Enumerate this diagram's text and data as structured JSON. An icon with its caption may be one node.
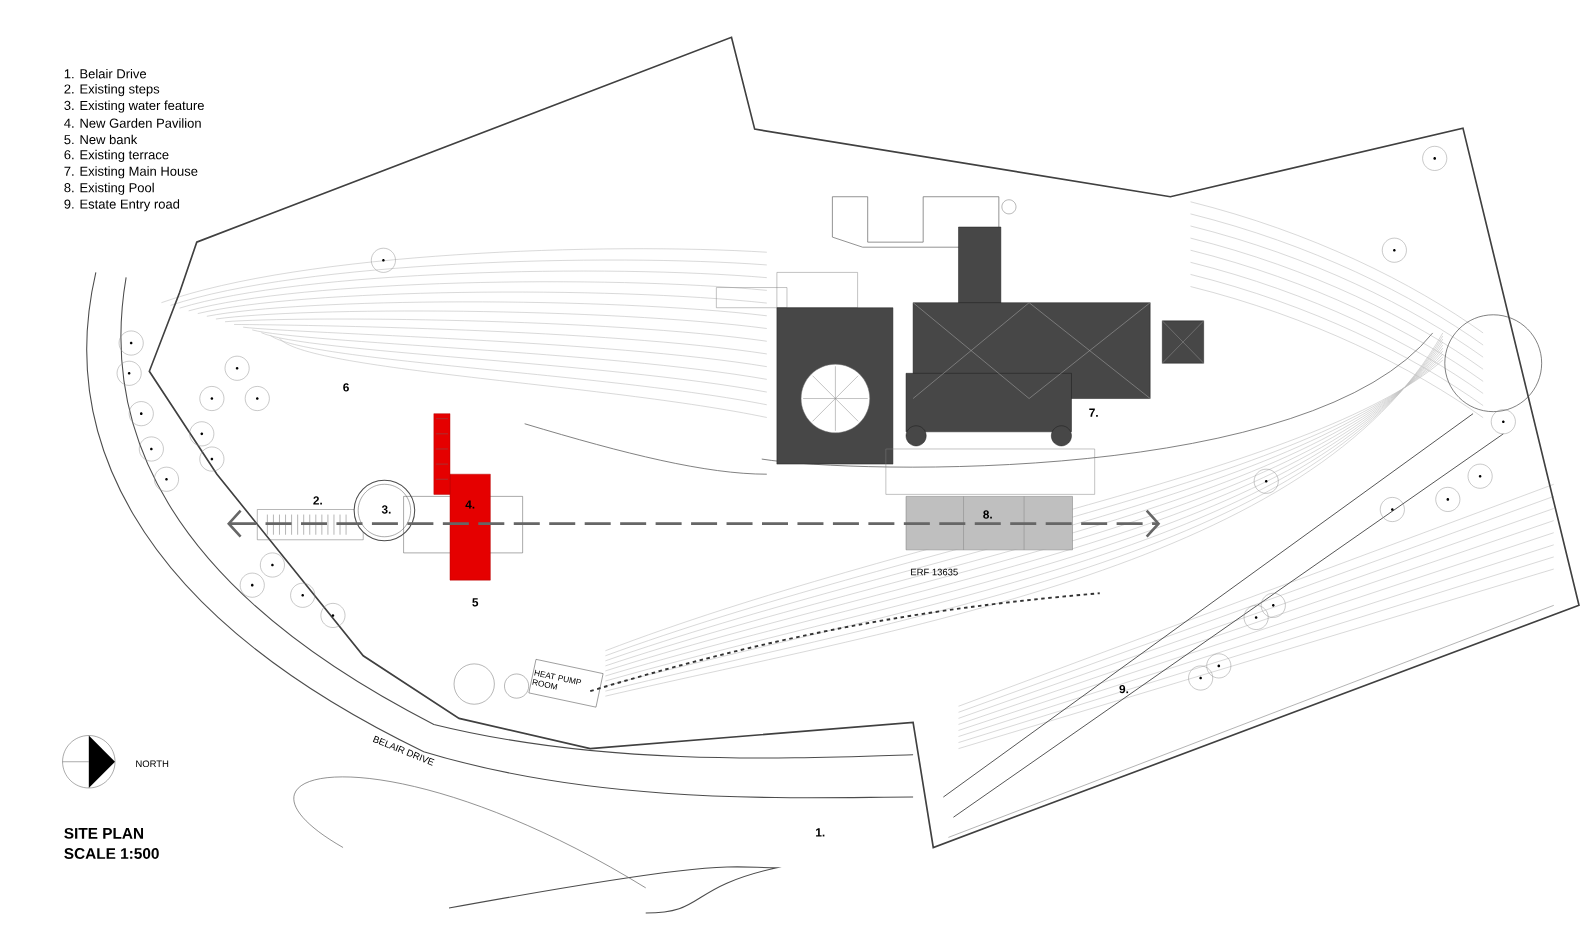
{
  "diagram": {
    "title": "SITE PLAN",
    "labels": [
      "1.  Belair Drive",
      "2.  Existing steps",
      "3.  Existing water feature",
      "4.  New Garden Pavilion",
      "5.  New bank",
      "6.  Existing terrace",
      "7.  Existing Main House",
      "8.  Existing Pool",
      "9. Estate Entry road",
      "6",
      "2.",
      "3.",
      "4.",
      "5",
      "7.",
      "8.",
      "ERF 13635",
      "HEAT PUMP ROOM",
      "9.",
      "BELAIR DRIVE",
      "1.",
      "NORTH",
      "SCALE   1:500"
    ]
  }
}
